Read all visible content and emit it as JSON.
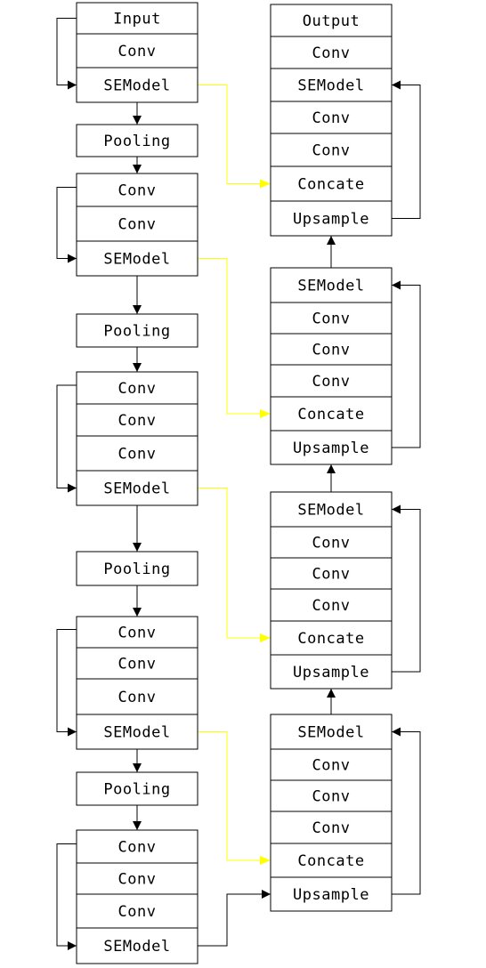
{
  "colors": {
    "stroke": "#000000",
    "skip_connection": "#ffff00",
    "background": "#ffffff"
  },
  "encoder": [
    {
      "blocks": [
        "Input",
        "Conv",
        "SEModel"
      ]
    },
    {
      "blocks": [
        "Pooling"
      ]
    },
    {
      "blocks": [
        "Conv",
        "Conv",
        "SEModel"
      ]
    },
    {
      "blocks": [
        "Pooling"
      ]
    },
    {
      "blocks": [
        "Conv",
        "Conv",
        "Conv",
        "SEModel"
      ]
    },
    {
      "blocks": [
        "Pooling"
      ]
    },
    {
      "blocks": [
        "Conv",
        "Conv",
        "Conv",
        "SEModel"
      ]
    },
    {
      "blocks": [
        "Pooling"
      ]
    },
    {
      "blocks": [
        "Conv",
        "Conv",
        "Conv",
        "SEModel"
      ]
    }
  ],
  "decoder": [
    {
      "blocks": [
        "Output",
        "Conv",
        "SEModel",
        "Conv",
        "Conv",
        "Concate",
        "Upsample"
      ]
    },
    {
      "blocks": [
        "SEModel",
        "Conv",
        "Conv",
        "Conv",
        "Concate",
        "Upsample"
      ]
    },
    {
      "blocks": [
        "SEModel",
        "Conv",
        "Conv",
        "Conv",
        "Concate",
        "Upsample"
      ]
    },
    {
      "blocks": [
        "SEModel",
        "Conv",
        "Conv",
        "Conv",
        "Concate",
        "Upsample"
      ]
    }
  ]
}
